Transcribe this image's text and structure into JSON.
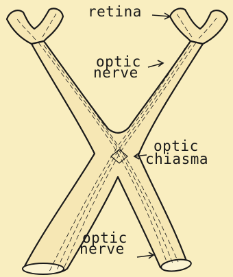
{
  "diagram": {
    "background": "#f9eec0",
    "ink": "#1a1a1a",
    "labels": {
      "retina": "retina",
      "optic_nerve_upper_line1": "optic",
      "optic_nerve_upper_line2": "nerve",
      "optic_chiasma_line1": "optic",
      "optic_chiasma_line2": "chiasma",
      "optic_nerve_lower_line1": "optic",
      "optic_nerve_lower_line2": "nerve"
    }
  }
}
